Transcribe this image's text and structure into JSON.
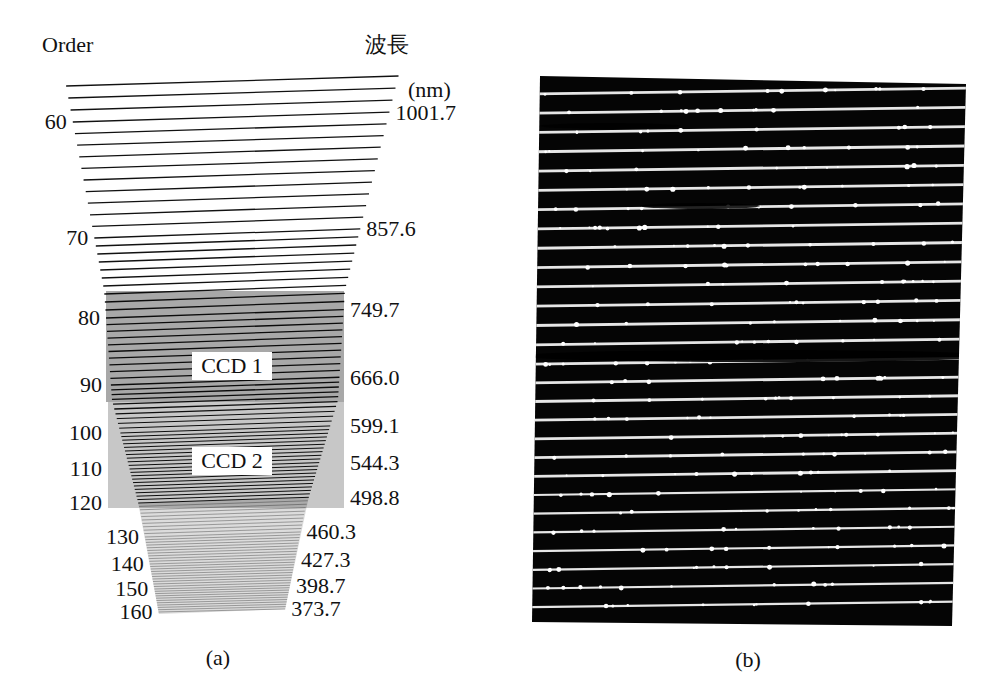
{
  "diagram": {
    "nodes": [
      {
        "text": [
          "CCD 1"
        ]
      },
      {
        "text": [
          "CCD 2"
        ]
      }
    ],
    "labels": [
      "Order",
      "波長",
      "(nm)",
      "60",
      "1001.7",
      "70",
      "857.6",
      "80",
      "749.7",
      "90",
      "666.0",
      "100",
      "599.1",
      "110",
      "544.3",
      "120",
      "498.8",
      "130",
      "460.3",
      "140",
      "427.3",
      "150",
      "398.7",
      "160",
      "373.7",
      "(a)",
      "(b)"
    ]
  }
}
